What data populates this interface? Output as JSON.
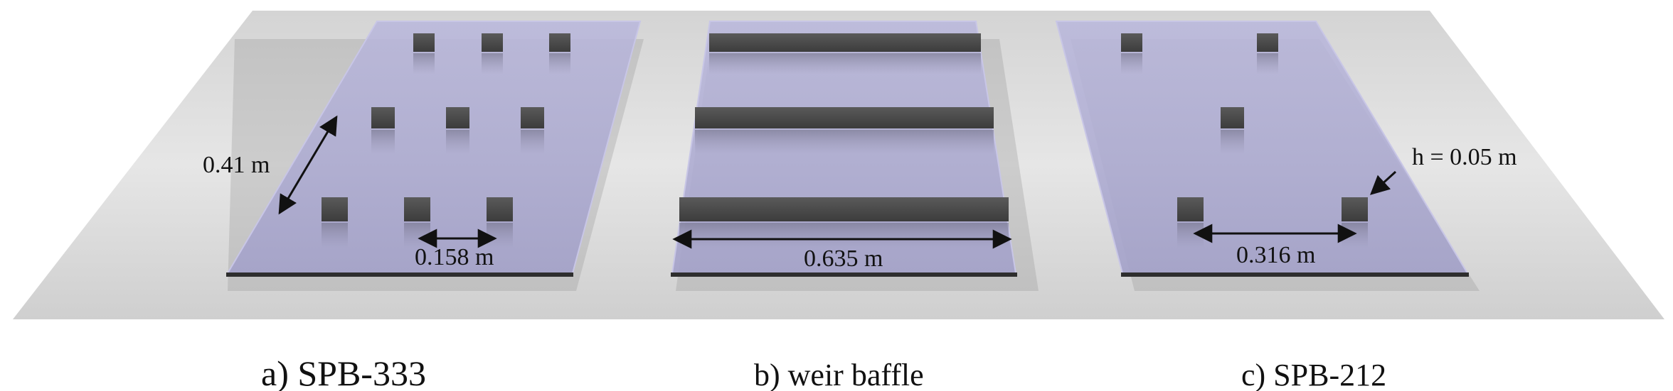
{
  "panels": [
    {
      "caption": "a) SPB-333",
      "width_label": "0.41 m",
      "spacing_label": "0.158 m"
    },
    {
      "caption": "b) weir baffle",
      "length_label": "0.635 m"
    },
    {
      "caption": "c) SPB-212",
      "height_label": "h = 0.05 m",
      "spacing_label": "0.316 m"
    }
  ],
  "colors": {
    "floor": "#c9c9c9",
    "tank": "#a8a6cc",
    "baffle": "#4a4a4a"
  }
}
